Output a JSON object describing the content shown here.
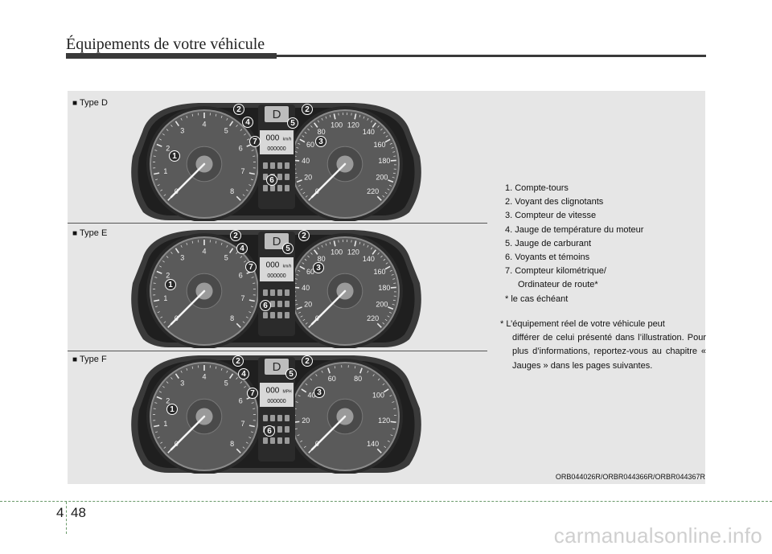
{
  "header": {
    "title": "Équipements de votre véhicule"
  },
  "clusters": [
    {
      "type_label": "Type D",
      "center_text": "000",
      "unit_text": "km/h",
      "odo_text": "000000"
    },
    {
      "type_label": "Type E",
      "center_text": "000",
      "unit_text": "km/h",
      "odo_text": "000000"
    },
    {
      "type_label": "Type F",
      "center_text": "000",
      "unit_text": "MPH",
      "odo_text": "000000"
    }
  ],
  "legend": {
    "items": [
      "1. Compte-tours",
      "2. Voyant des clignotants",
      "3. Compteur de vitesse",
      "4. Jauge de température du moteur",
      "5. Jauge de carburant",
      "6. Voyants et témoins",
      "7. Compteur kilométrique/",
      "Ordinateur de route*",
      "* le cas échéant"
    ]
  },
  "note": {
    "first": "* L’équipement réel de votre véhicule peut",
    "rest": "différer de celui présenté dans l’illustration. Pour plus d’informations, reportez-vous au chapitre « Jauges » dans les pages suivantes."
  },
  "ref_code": "ORB044026R/ORBR044366R/ORBR044367R",
  "page": {
    "chapter": "4",
    "number": "48"
  },
  "watermark": "carmanualsonline.info",
  "callouts": [
    "1",
    "2",
    "3",
    "4",
    "5",
    "6",
    "7"
  ],
  "tach_ticks": [
    "0",
    "1",
    "2",
    "3",
    "4",
    "5",
    "6",
    "7",
    "8"
  ],
  "speed_ticks_kmh": [
    "0",
    "20",
    "40",
    "60",
    "80",
    "100",
    "120",
    "140",
    "160",
    "180",
    "200",
    "220"
  ],
  "speed_ticks_mph": [
    "0",
    "20",
    "40",
    "60",
    "80",
    "100",
    "120",
    "140"
  ],
  "colors": {
    "dial_face": "#5a5a5a",
    "bezel": "#2e2e2e",
    "badge": "#2a2a2a"
  }
}
